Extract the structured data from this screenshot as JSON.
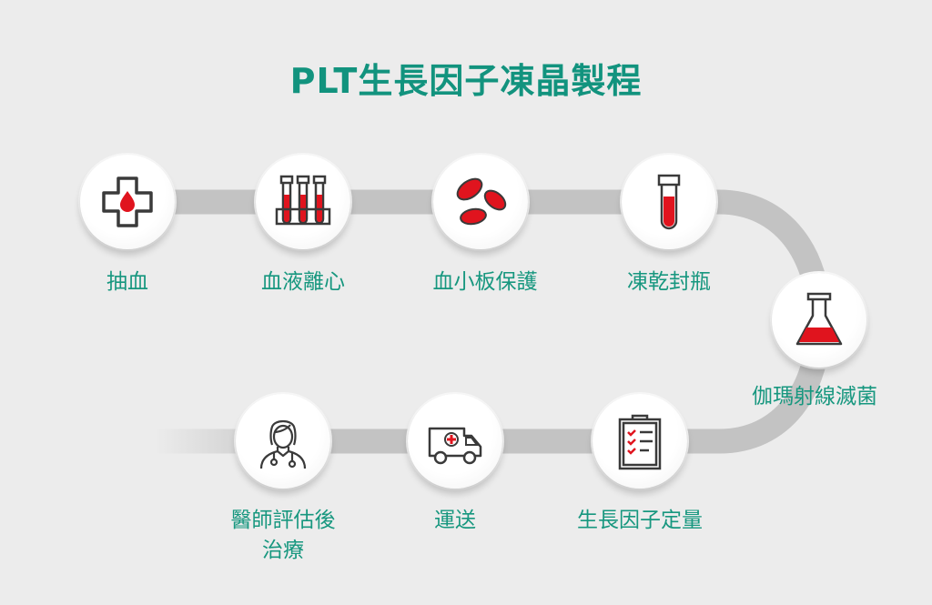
{
  "title": "PLT生長因子凍晶製程",
  "colors": {
    "accent": "#12937e",
    "icon_red": "#e0141e",
    "track": "#c3c3c3"
  },
  "steps": [
    {
      "label": "抽血",
      "icon": "medical-cross-blood-drop-icon"
    },
    {
      "label": "血液離心",
      "icon": "test-tubes-rack-icon"
    },
    {
      "label": "血小板保護",
      "icon": "blood-cells-icon"
    },
    {
      "label": "凍乾封瓶",
      "icon": "sealed-vial-icon"
    },
    {
      "label": "伽瑪射線滅菌",
      "icon": "flask-icon"
    },
    {
      "label": "生長因子定量",
      "icon": "clipboard-checklist-icon"
    },
    {
      "label": "運送",
      "icon": "ambulance-icon"
    },
    {
      "label": "醫師評估後",
      "label2": "治療",
      "icon": "doctor-icon"
    }
  ]
}
